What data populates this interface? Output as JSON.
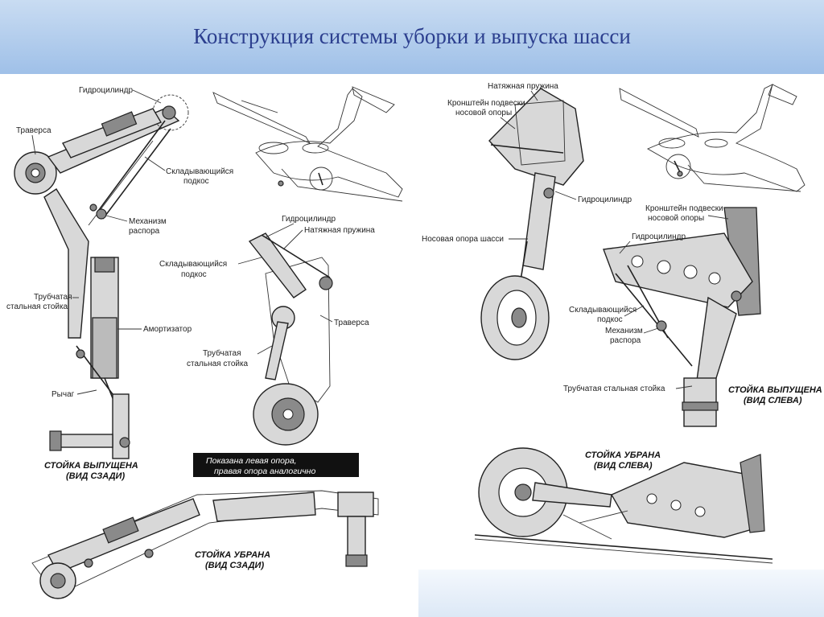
{
  "title": "Конструкция системы уборки и выпуска шасси",
  "left_labels": {
    "hydro": "Гидроцилиндр",
    "traverse": "Траверса",
    "folding_1": "Складывающийся",
    "folding_2": "подкос",
    "mech_1": "Механизм",
    "mech_2": "распора",
    "strut_1": "Трубчатая",
    "strut_2": "стальная стойка",
    "shock": "Амортизатор",
    "lever": "Рычаг",
    "ext_1": "СТОЙКА ВЫПУЩЕНА",
    "ext_2": "(ВИД СЗАДИ)",
    "note_1": "Показана левая опора,",
    "note_2": "правая опора аналогично",
    "ret_1": "СТОЙКА УБРАНА",
    "ret_2": "(ВИД СЗАДИ)"
  },
  "mid_labels": {
    "hydro": "Гидроцилиндр",
    "spring": "Натяжная пружина",
    "folding_1": "Складывающийся",
    "folding_2": "подкос",
    "traverse": "Траверса",
    "strut_1": "Трубчатая",
    "strut_2": "стальная стойка"
  },
  "right_labels": {
    "spring": "Натяжная пружина",
    "bracket_1": "Кронштейн подвески",
    "bracket_2": "носовой опоры",
    "hydro": "Гидроцилиндр",
    "nose": "Носовая опора шасси",
    "bracket2_1": "Кронштейн подвески",
    "bracket2_2": "носовой опоры",
    "hydro2": "Гидроцилиндр",
    "folding_1": "Складывающийся",
    "folding_2": "подкос",
    "mech_1": "Механизм",
    "mech_2": "распора",
    "strut": "Трубчатая стальная стойка",
    "ext_1": "СТОЙКА ВЫПУЩЕНА",
    "ext_2": "(ВИД СЛЕВА)",
    "ret_1": "СТОЙКА УБРАНА",
    "ret_2": "(ВИД СЛЕВА)"
  },
  "colors": {
    "header_text": "#2c3f8f",
    "header_bg": "#a9c6ea"
  }
}
